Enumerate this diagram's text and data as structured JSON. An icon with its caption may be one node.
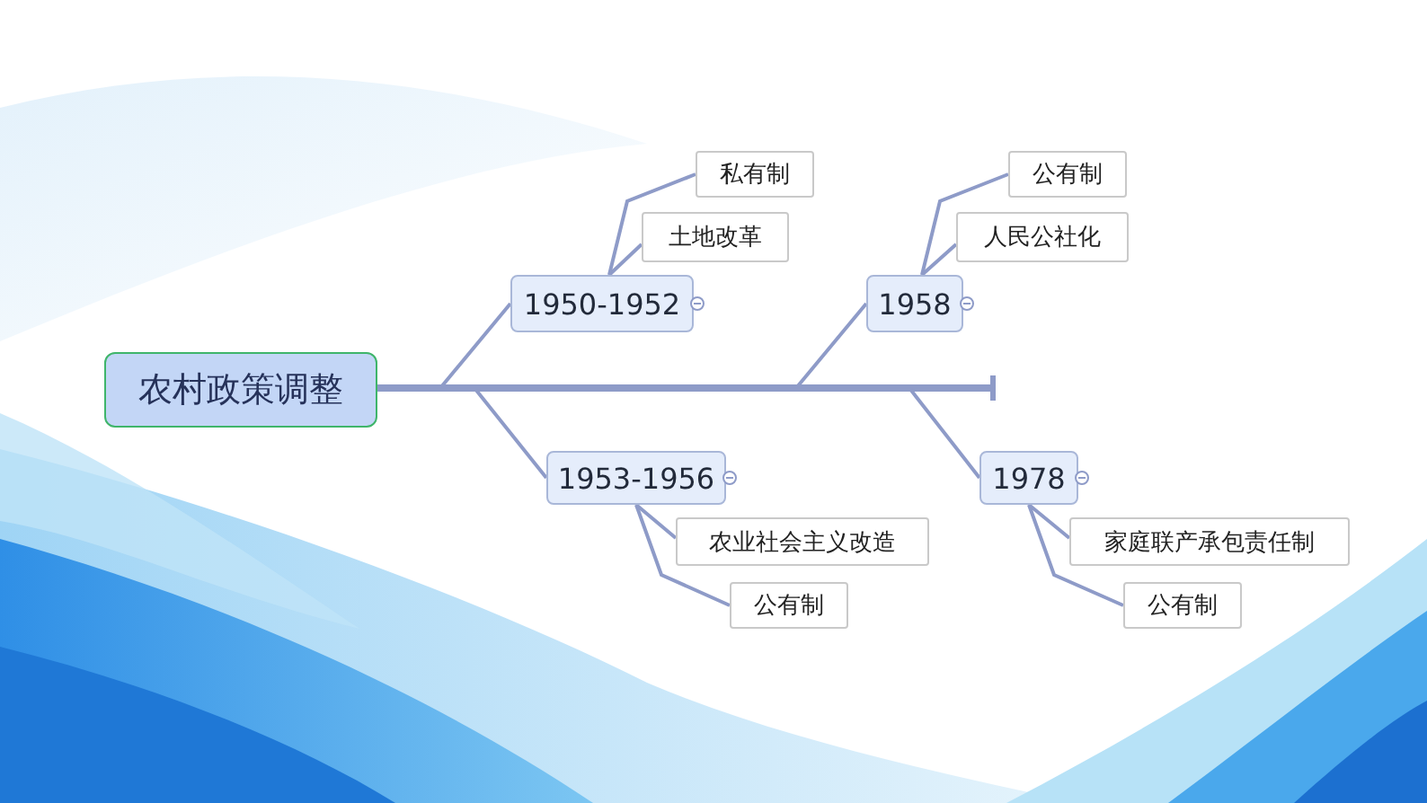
{
  "diagram": {
    "nodes": [
      {
        "text": [
          "农村政策调整"
        ]
      },
      {
        "text": [
          "1950-1952"
        ]
      },
      {
        "text": [
          "土地改革"
        ]
      },
      {
        "text": [
          "私有制"
        ]
      },
      {
        "text": [
          "1958"
        ]
      },
      {
        "text": [
          "人民公社化"
        ]
      },
      {
        "text": [
          "公有制"
        ]
      },
      {
        "text": [
          "1953-1956"
        ]
      },
      {
        "text": [
          "农业社会主义改造"
        ]
      },
      {
        "text": [
          "公有制"
        ]
      },
      {
        "text": [
          "1978"
        ]
      },
      {
        "text": [
          "家庭联产承包责任制"
        ]
      },
      {
        "text": [
          "公有制"
        ]
      }
    ],
    "edges": [
      {
        "from": 0,
        "to": null,
        "arrow": "other",
        "style": "thick"
      },
      {
        "from": 0,
        "to": 1,
        "arrow": "none"
      },
      {
        "from": 1,
        "to": 2,
        "arrow": "none"
      },
      {
        "from": 1,
        "to": 3,
        "arrow": "none"
      },
      {
        "from": 0,
        "to": 4,
        "arrow": "none"
      },
      {
        "from": 4,
        "to": 5,
        "arrow": "none"
      },
      {
        "from": 4,
        "to": 6,
        "arrow": "none"
      },
      {
        "from": 0,
        "to": 7,
        "arrow": "none"
      },
      {
        "from": 7,
        "to": 8,
        "arrow": "none"
      },
      {
        "from": 7,
        "to": 9,
        "arrow": "none"
      },
      {
        "from": 0,
        "to": 10,
        "arrow": "none"
      },
      {
        "from": 10,
        "to": 11,
        "arrow": "none"
      },
      {
        "from": 10,
        "to": 12,
        "arrow": "none"
      }
    ]
  }
}
